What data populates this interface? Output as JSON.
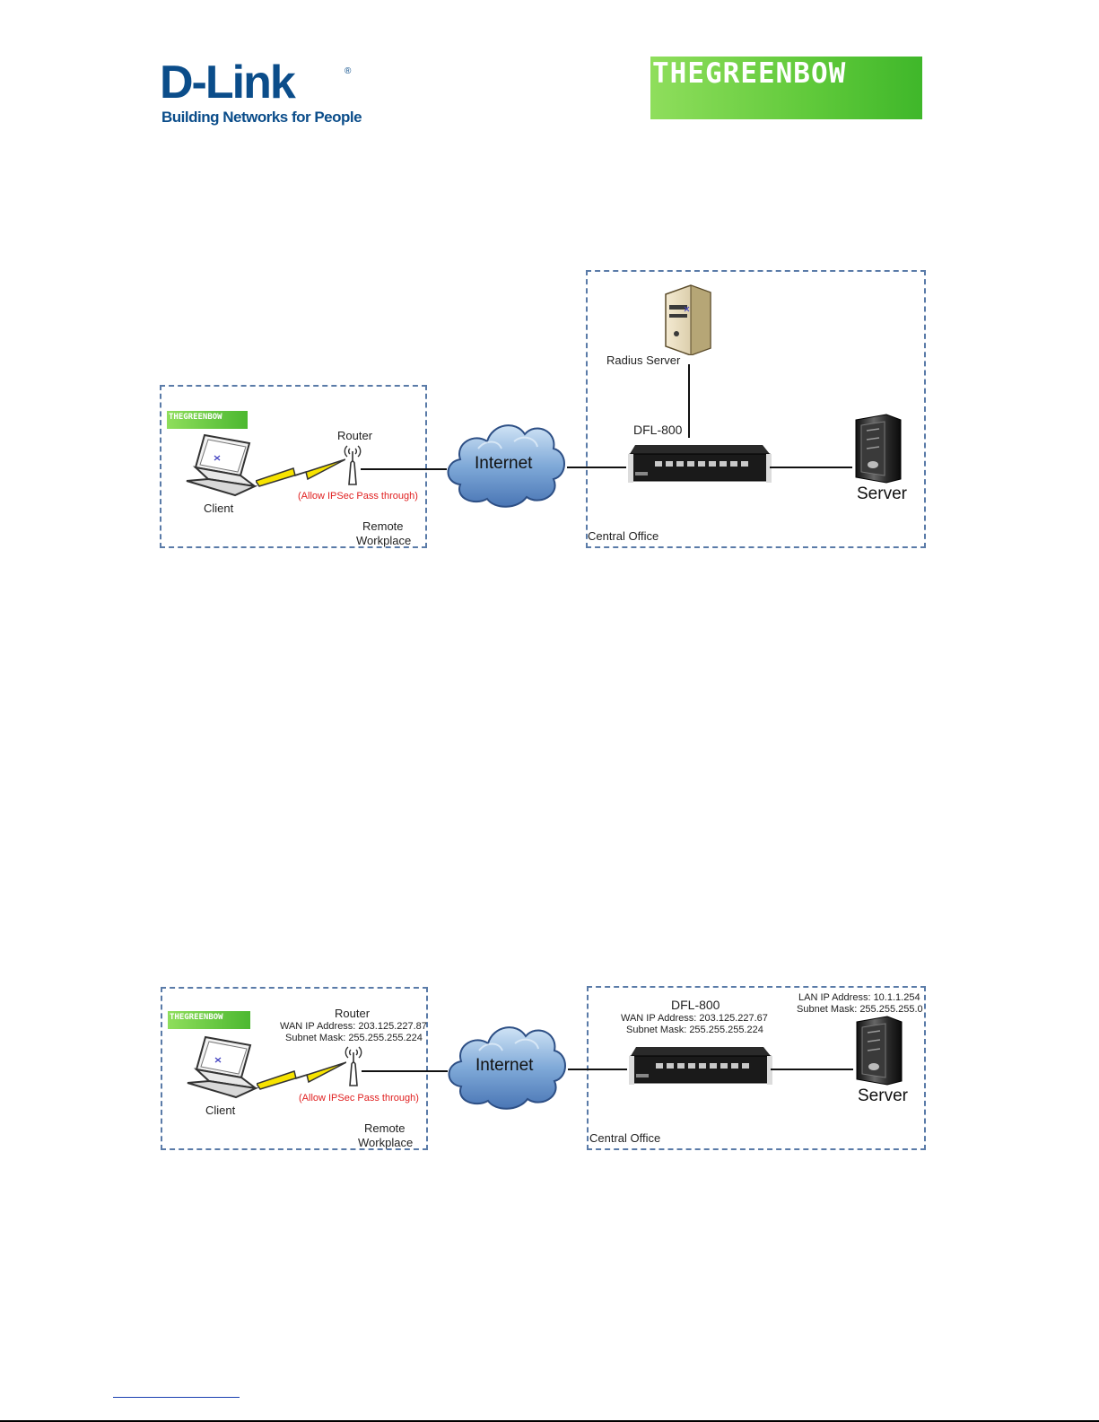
{
  "header": {
    "dlink_word": "D-Link",
    "dlink_tagline": "Building Networks for People",
    "greenbow_word": "THEGREENBOW"
  },
  "colors": {
    "dlink_blue": "#0b4d8a",
    "greenbow_green": "#5fc93a",
    "zone_border": "#5a7ba8",
    "note_red": "#e02020"
  },
  "diagram1": {
    "greenbow_badge": "THEGREENBOW",
    "client": "Client",
    "router": "Router",
    "router_note": "(Allow IPSec Pass through)",
    "remote_line1": "Remote",
    "remote_line2": "Workplace",
    "internet": "Internet",
    "radius": "Radius Server",
    "dfl": "DFL-800",
    "server": "Server",
    "central": "Central Office"
  },
  "diagram2": {
    "greenbow_badge": "THEGREENBOW",
    "client": "Client",
    "router": "Router",
    "router_wan": "WAN IP Address: 203.125.227.87",
    "router_mask": "Subnet Mask: 255.255.255.224",
    "router_note": "(Allow IPSec Pass through)",
    "remote_line1": "Remote",
    "remote_line2": "Workplace",
    "internet": "Internet",
    "dfl": "DFL-800",
    "dfl_wan": "WAN IP Address: 203.125.227.67",
    "dfl_mask": "Subnet Mask: 255.255.255.224",
    "lan_ip": "LAN IP Address: 10.1.1.254",
    "lan_mask": "Subnet Mask: 255.255.255.0",
    "server": "Server",
    "central": "Central Office"
  }
}
